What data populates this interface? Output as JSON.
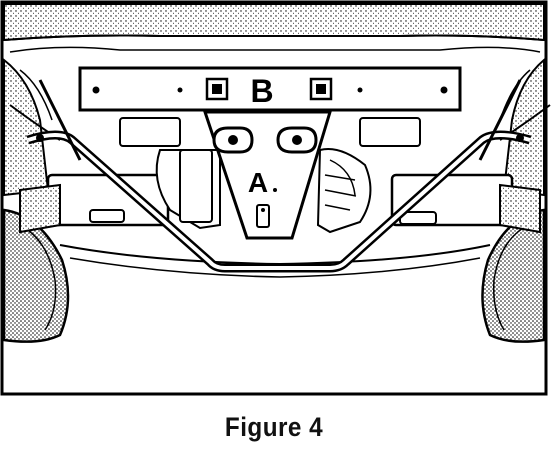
{
  "figure": {
    "caption": "Figure 4",
    "callouts": {
      "a": "A",
      "b": "B"
    }
  },
  "colors": {
    "ink": "#000000",
    "paper": "#ffffff",
    "shade": "#d9d9d9"
  }
}
